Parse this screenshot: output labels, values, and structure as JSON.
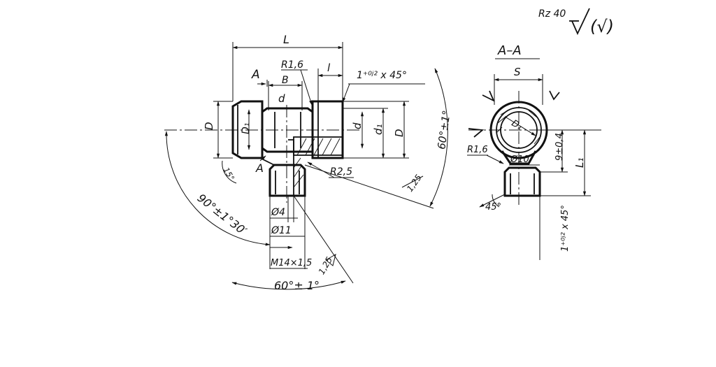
{
  "drawing": {
    "roughness": {
      "main": "Rz 40",
      "rest": "(√)"
    },
    "front_view": {
      "L": "L",
      "l": "l",
      "A_top": "A",
      "A_bottom": "A",
      "R16": "R1,6",
      "B": "B",
      "d_small": "d",
      "D_left": "D",
      "D1": "D₁",
      "d": "d",
      "d1": "d₁",
      "D_right": "D",
      "chamfer": "1⁺⁰ʲ² x 45°",
      "angle_15": "15°",
      "R25": "R2,5",
      "r125": "1,25",
      "angle_60_right": "60°±1°",
      "angle_90": "90°±1°30′",
      "phi4": "Ø4",
      "phi11": "Ø11",
      "thread": "M14×1,5",
      "r125b": "1,25",
      "angle_60_bottom": "60°± 1°"
    },
    "section_view": {
      "title": "A–A",
      "S": "S",
      "D1": "D₁",
      "R16": "R1,6",
      "phi10": "Ø10",
      "dim_9": "9±0,4",
      "L1": "L₁",
      "angle_45": "45°",
      "chamfer": "1⁺⁰ʲ² x 45°"
    }
  }
}
